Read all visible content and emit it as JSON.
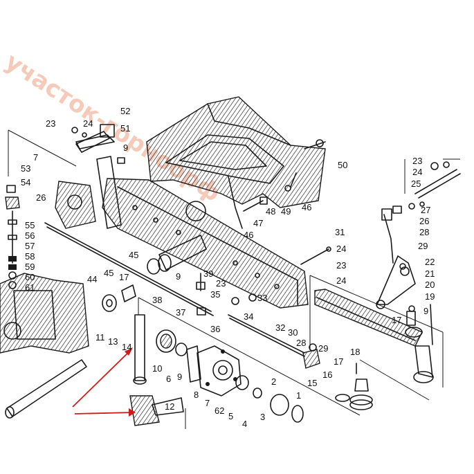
{
  "watermark": "участок-горноорф",
  "labels": {
    "l1": "1",
    "l2": "2",
    "l3": "3",
    "l4": "4",
    "l5": "5",
    "l6": "6",
    "l7a": "7",
    "l7b": "7",
    "l8": "8",
    "l9a": "9",
    "l9b": "9",
    "l9c": "9",
    "l9d": "9",
    "l10": "10",
    "l11": "11",
    "l12": "12",
    "l13": "13",
    "l14": "14",
    "l15": "15",
    "l16": "16",
    "l17a": "17",
    "l17b": "17",
    "l17c": "17",
    "l18": "18",
    "l19": "19",
    "l20": "20",
    "l21": "21",
    "l22": "22",
    "l23a": "23",
    "l23b": "23",
    "l23c": "23",
    "l23d": "23",
    "l24a": "24",
    "l24b": "24",
    "l24c": "24",
    "l24d": "24",
    "l25": "25",
    "l26a": "26",
    "l26b": "26",
    "l27": "27",
    "l28a": "28",
    "l28b": "28",
    "l29a": "29",
    "l29b": "29",
    "l30": "30",
    "l31": "31",
    "l32": "32",
    "l33": "33",
    "l34": "34",
    "l35": "35",
    "l36": "36",
    "l37": "37",
    "l38": "38",
    "l39": "39",
    "l44": "44",
    "l45a": "45",
    "l45b": "45",
    "l46a": "46",
    "l46b": "46",
    "l47": "47",
    "l48": "48",
    "l49": "49",
    "l50": "50",
    "l51": "51",
    "l52": "52",
    "l53": "53",
    "l54": "54",
    "l55": "55",
    "l56": "56",
    "l57": "57",
    "l58": "58",
    "l59": "59",
    "l60": "60",
    "l61": "61",
    "l62": "62"
  },
  "colors": {
    "ink": "#1a1a1a",
    "arrow": "#d11a1a",
    "watermark": "#f0a080"
  }
}
